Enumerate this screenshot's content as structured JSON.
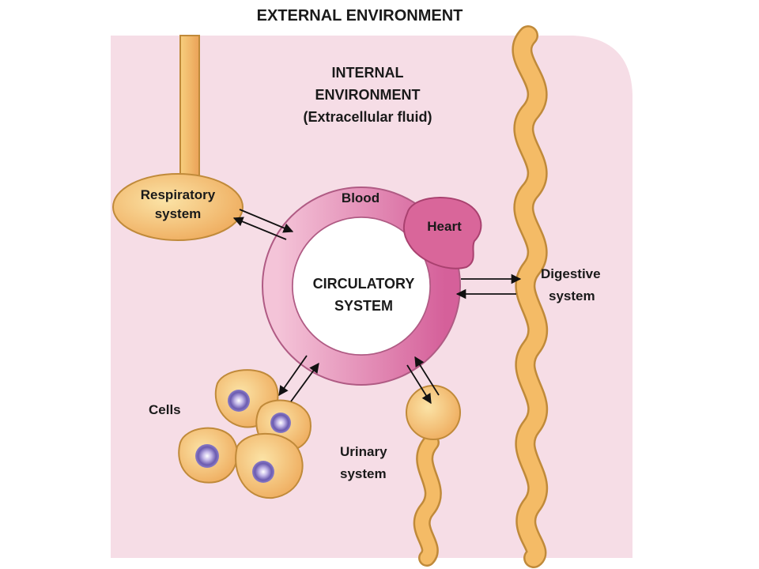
{
  "title": "EXTERNAL ENVIRONMENT",
  "internal_environment": {
    "line1": "INTERNAL",
    "line2": "ENVIRONMENT",
    "line3": "(Extracellular fluid)"
  },
  "circulatory": {
    "line1": "CIRCULATORY",
    "line2": "SYSTEM"
  },
  "labels": {
    "blood": "Blood",
    "heart": "Heart",
    "respiratory_line1": "Respiratory",
    "respiratory_line2": "system",
    "digestive_line1": "Digestive",
    "digestive_line2": "system",
    "cells": "Cells",
    "urinary_line1": "Urinary",
    "urinary_line2": "system"
  },
  "colors": {
    "internal_fluid": "#f6dde6",
    "organ_fill": "#f5c26a",
    "organ_outline": "#c08a3a",
    "circulation_ring": "#e58fb3",
    "heart": "#d9669a",
    "cell_nucleus": "#7a6ab8"
  }
}
